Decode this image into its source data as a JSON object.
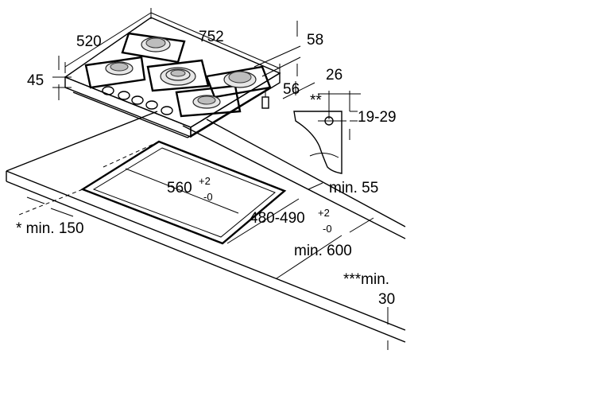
{
  "dimensions": {
    "hob_depth": "520",
    "hob_width": "752",
    "hob_height": "45",
    "right_offset_top": "58",
    "right_offset_bottom": "56",
    "connector_width": "26",
    "connector_marker": "**",
    "connector_height": "19-29",
    "cutout_width": "560",
    "cutout_width_tol_plus": "+2",
    "cutout_width_tol_minus": "-0",
    "cutout_depth": "480-490",
    "cutout_depth_tol_plus": "+2",
    "cutout_depth_tol_minus": "-0",
    "min_back": "min. 55",
    "min_front": "* min. 150",
    "min_worktop_depth": "min. 600",
    "min_thickness_label": "***min.",
    "min_thickness_value": "30"
  }
}
